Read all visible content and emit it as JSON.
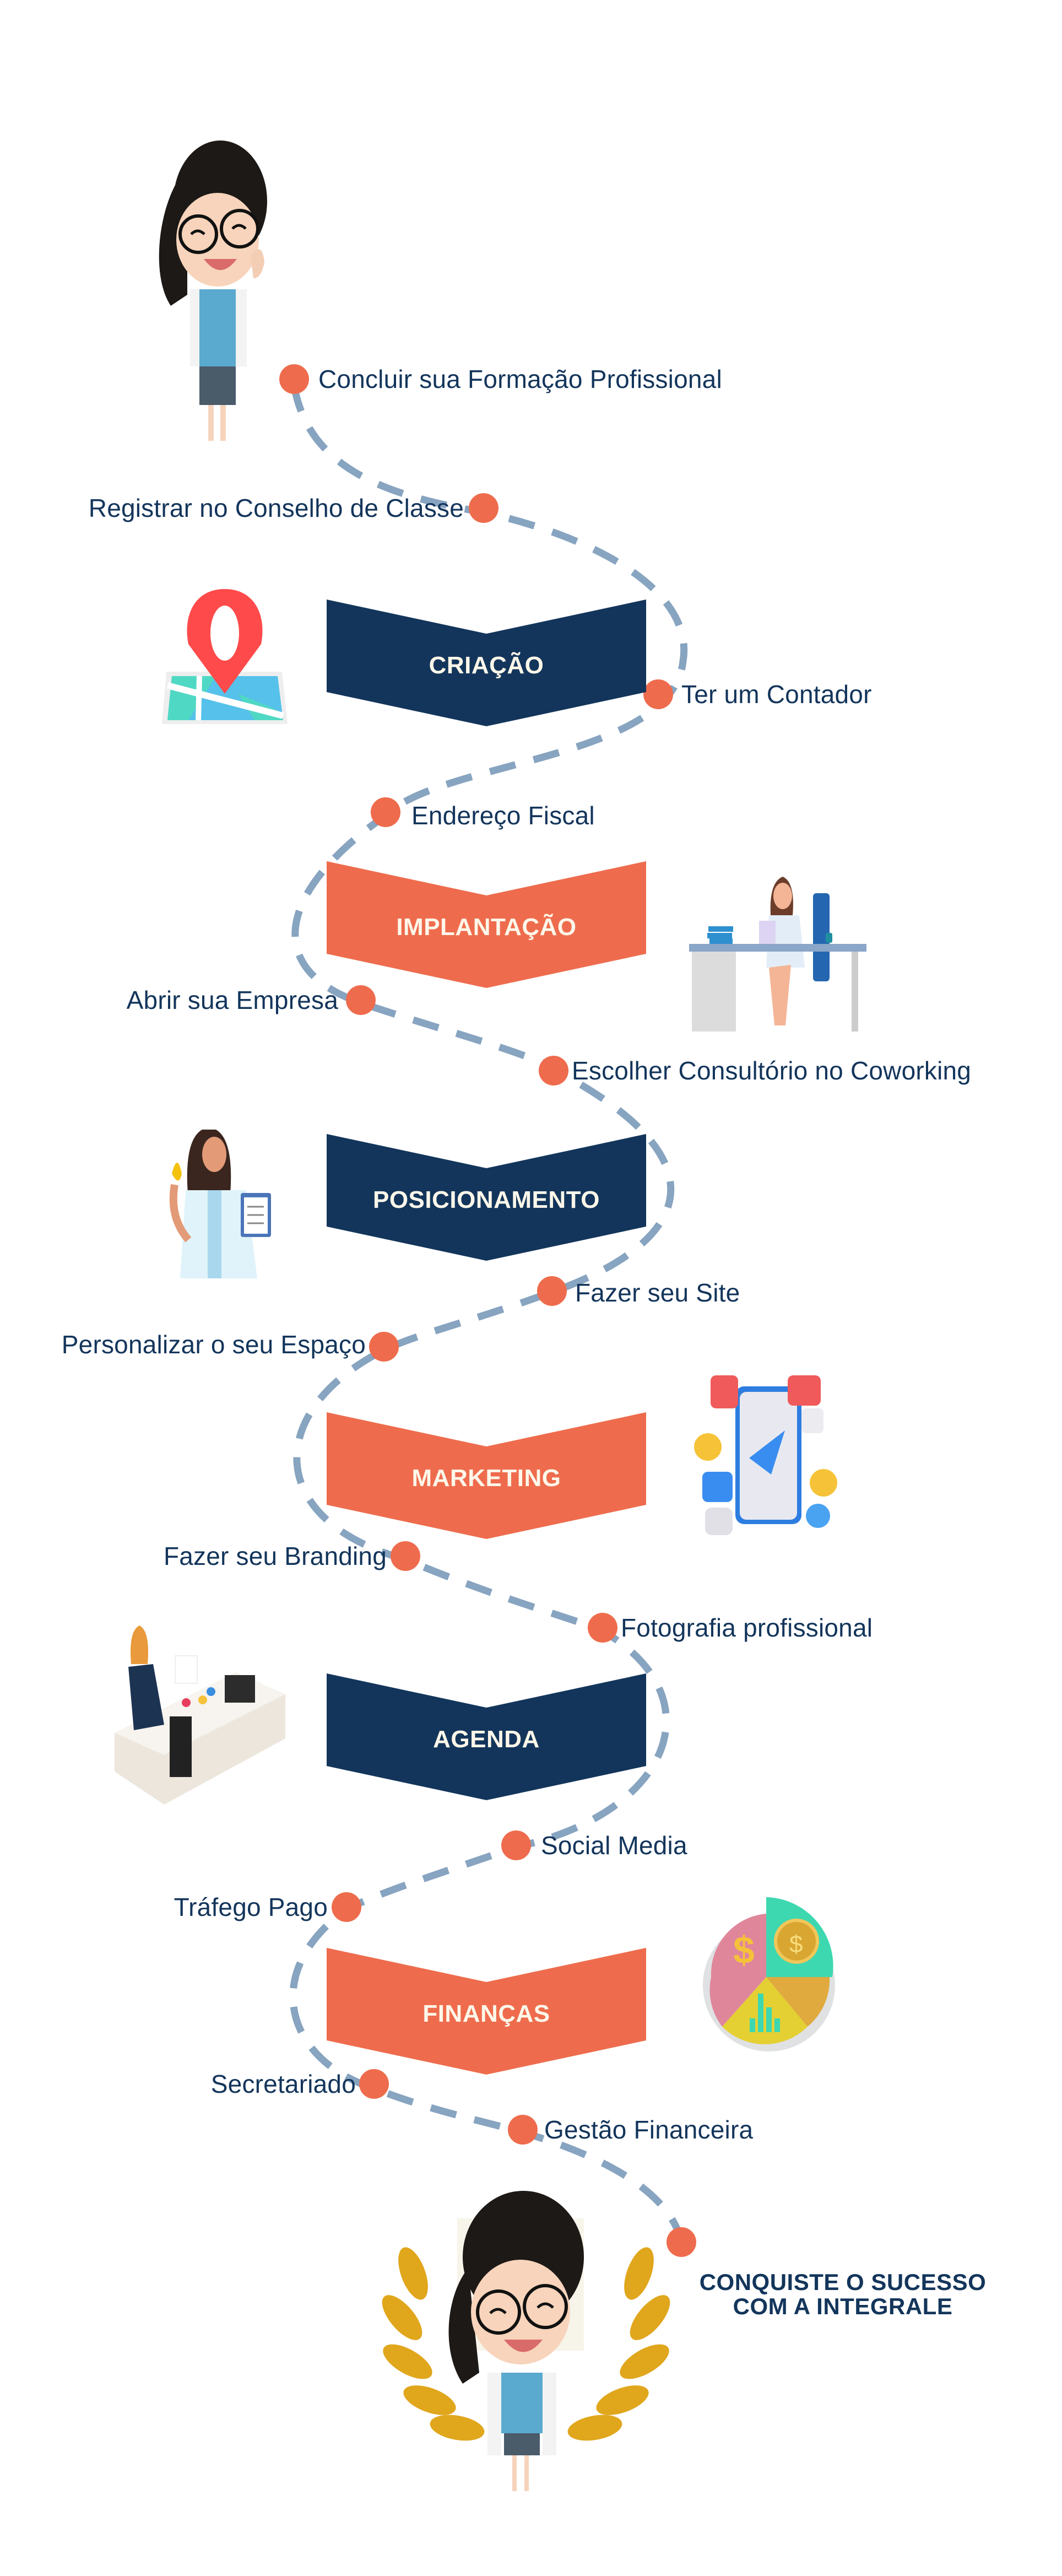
{
  "colors": {
    "navy": "#13355b",
    "coral": "#ee6c4d",
    "path": "#87a4c0",
    "banner_text": "#fdf7ea"
  },
  "milestones": [
    {
      "label": "Concluir sua Formação Profissional"
    },
    {
      "label": "Registrar no Conselho de Classe"
    },
    {
      "label": "Ter um Contador"
    },
    {
      "label": "Endereço Fiscal"
    },
    {
      "label": "Abrir sua Empresa"
    },
    {
      "label": "Escolher Consultório no Coworking"
    },
    {
      "label": "Fazer seu Site"
    },
    {
      "label": "Personalizar o seu Espaço"
    },
    {
      "label": "Fazer seu Branding"
    },
    {
      "label": "Fotografia profissional"
    },
    {
      "label": "Social Media"
    },
    {
      "label": "Tráfego Pago"
    },
    {
      "label": "Secretariado"
    },
    {
      "label": "Gestão Financeira"
    }
  ],
  "stages": [
    {
      "label": "CRIAÇÃO",
      "color": "#13355b",
      "icon": "map-pin-icon"
    },
    {
      "label": "IMPLANTAÇÃO",
      "color": "#ee6c4d",
      "icon": "office-desk-icon"
    },
    {
      "label": "POSICIONAMENTO",
      "color": "#13355b",
      "icon": "nutritionist-icon"
    },
    {
      "label": "MARKETING",
      "color": "#ee6c4d",
      "icon": "social-media-icon"
    },
    {
      "label": "AGENDA",
      "color": "#13355b",
      "icon": "secretary-desk-icon"
    },
    {
      "label": "FINANÇAS",
      "color": "#ee6c4d",
      "icon": "finance-chart-icon"
    }
  ],
  "final": {
    "line1": "CONQUISTE O SUCESSO",
    "line2": "COM A INTEGRALE"
  }
}
